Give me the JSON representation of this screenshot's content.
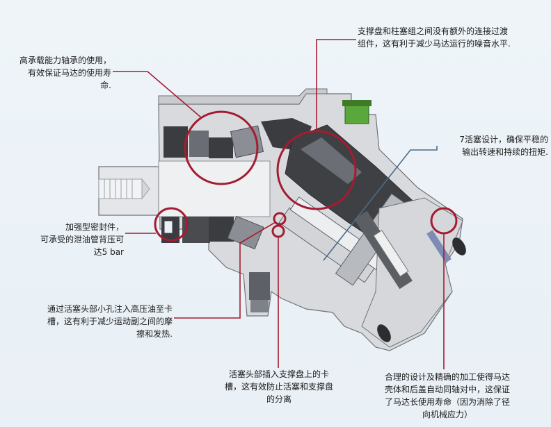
{
  "colors": {
    "housing": "#d9dadd",
    "housing_stroke": "#6d7278",
    "dark_part": "#3b3c3f",
    "mid_part": "#8b8f95",
    "port_green": "#5aa83c",
    "callout_red": "#a31c31",
    "background": "#eaf1f6"
  },
  "callouts": {
    "bearing": {
      "lines": [
        "高承载能力轴承的使用，",
        "有效保证马达的使用寿",
        "命."
      ]
    },
    "seal": {
      "lines": [
        "加强型密封件，",
        "可承受的泄油管背压可",
        "达5 bar"
      ]
    },
    "oil_hole": {
      "lines": [
        "通过活塞头部小孔注入高压油至卡",
        "槽，这有利于减少运动副之间的摩",
        "擦和发热."
      ]
    },
    "support_plate": {
      "lines": [
        "支撑盘和柱塞组之间没有额外的连接过渡",
        "组件，这有利于减少马达运行的噪音水平."
      ]
    },
    "seven_piston": {
      "lines": [
        "7活塞设计，确保平稳的",
        "输出转速和持续的扭矩."
      ]
    },
    "piston_head": {
      "lines": [
        "活塞头部插入支撑盘上的卡",
        "槽，这有效防止活塞和支撑盘",
        "的分离"
      ]
    },
    "machining": {
      "lines": [
        "合理的设计及精确的加工使得马达",
        "壳体和后盖自动同轴对中，这保证",
        "了马达长使用寿命（因为消除了径",
        "向机械应力）"
      ]
    }
  }
}
